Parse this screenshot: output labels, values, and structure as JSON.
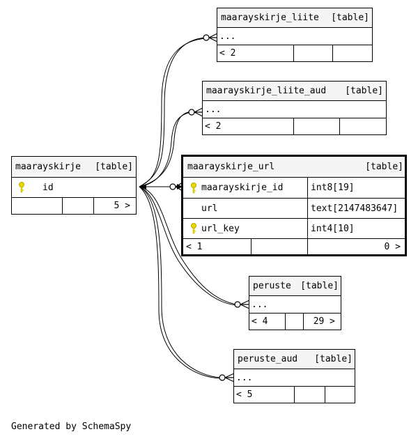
{
  "diagram": {
    "footer": "Generated by SchemaSpy",
    "key_color": "#e8d800",
    "tables": {
      "maarayskirje": {
        "name": "maarayskirje",
        "type": "[table]",
        "columns": [
          {
            "name": "id",
            "primary_key": true
          }
        ],
        "stats": {
          "parents": "",
          "rows": "",
          "children": "5 >"
        }
      },
      "maarayskirje_liite": {
        "name": "maarayskirje_liite",
        "type": "[table]",
        "body": "...",
        "stats": {
          "parents": "< 2",
          "rows": "",
          "children": ""
        }
      },
      "maarayskirje_liite_aud": {
        "name": "maarayskirje_liite_aud",
        "type": "[table]",
        "body": "...",
        "stats": {
          "parents": "< 2",
          "rows": "",
          "children": ""
        }
      },
      "maarayskirje_url": {
        "name": "maarayskirje_url",
        "type": "[table]",
        "columns": [
          {
            "name": "maarayskirje_id",
            "type": "int8[19]",
            "primary_key": true
          },
          {
            "name": "url",
            "type": "text[2147483647]",
            "primary_key": false
          },
          {
            "name": "url_key",
            "type": "int4[10]",
            "primary_key": true
          }
        ],
        "stats": {
          "parents": "< 1",
          "rows": "",
          "children": "0 >"
        }
      },
      "peruste": {
        "name": "peruste",
        "type": "[table]",
        "body": "...",
        "stats": {
          "parents": "< 4",
          "rows": "",
          "children": "29 >"
        }
      },
      "peruste_aud": {
        "name": "peruste_aud",
        "type": "[table]",
        "body": "...",
        "stats": {
          "parents": "< 5",
          "rows": "",
          "children": ""
        }
      }
    }
  }
}
